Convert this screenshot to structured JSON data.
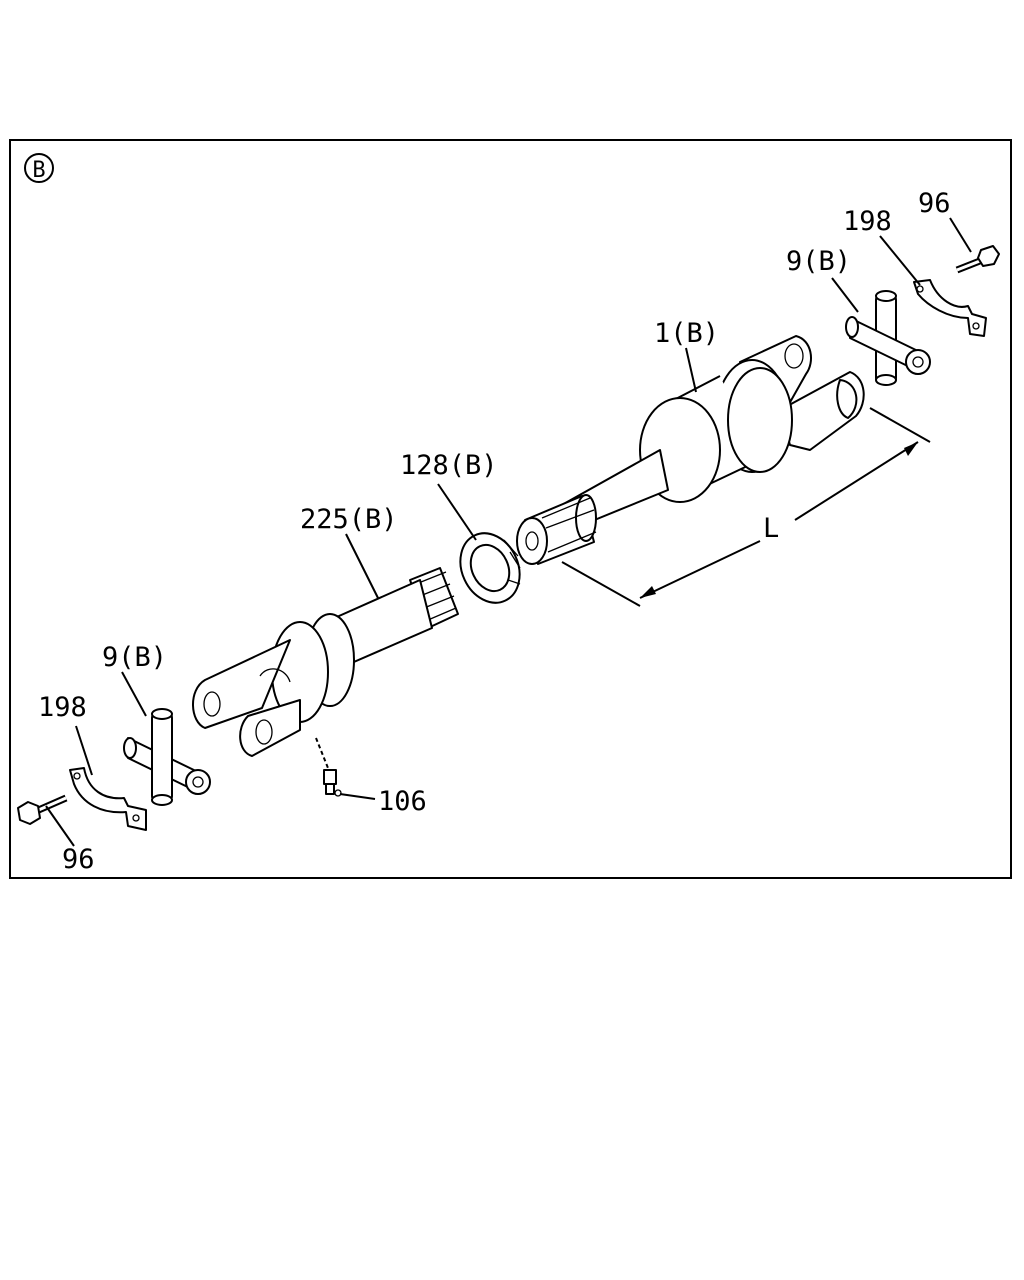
{
  "view_marker": "B",
  "callouts": {
    "bolt_top": "96",
    "bracket_top": "198",
    "joint_top": "9(B)",
    "shaft_main": "1(B)",
    "ring": "128(B)",
    "yoke_sleeve": "225(B)",
    "joint_bottom": "9(B)",
    "bracket_bottom": "198",
    "grease_fitting": "106",
    "bolt_bottom": "96",
    "dimension": "L"
  },
  "colors": {
    "ink": "#000000",
    "paper": "#ffffff"
  }
}
